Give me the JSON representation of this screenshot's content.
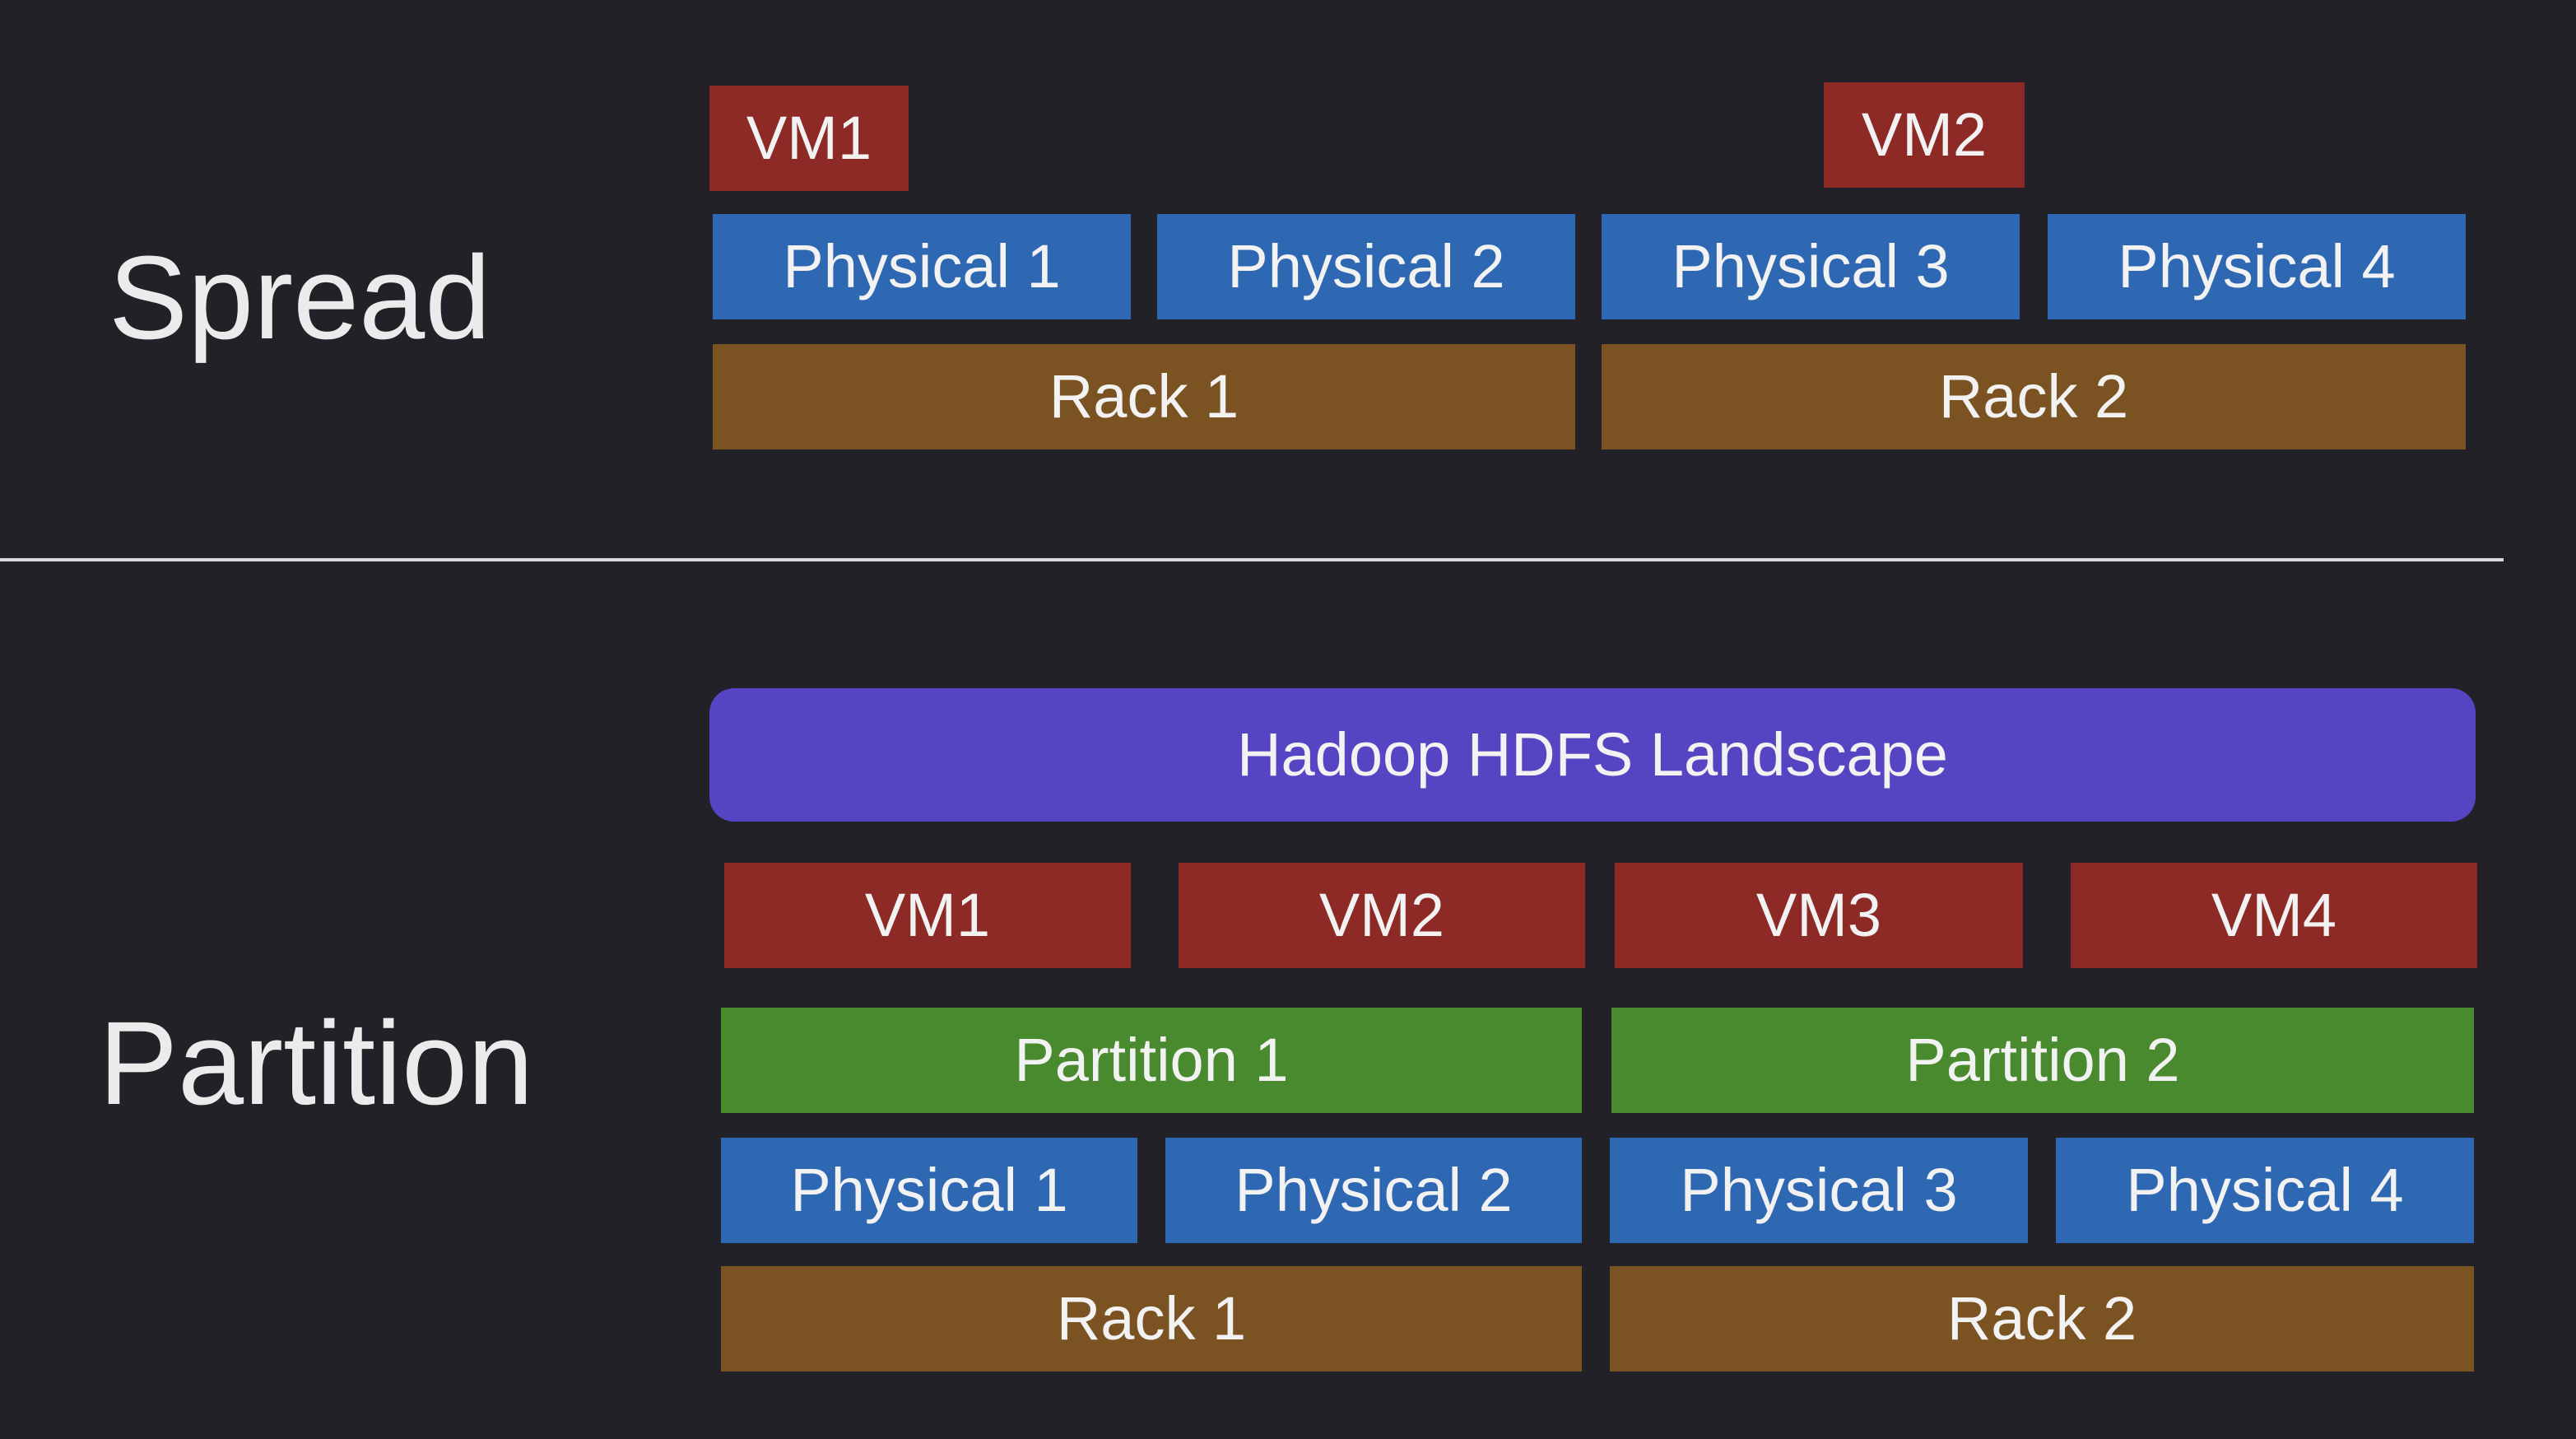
{
  "spread": {
    "title": "Spread",
    "vms": [
      "VM1",
      "VM2"
    ],
    "physicals": [
      "Physical 1",
      "Physical 2",
      "Physical 3",
      "Physical 4"
    ],
    "racks": [
      "Rack 1",
      "Rack 2"
    ]
  },
  "partition": {
    "title": "Partition",
    "landscape": "Hadoop HDFS Landscape",
    "vms": [
      "VM1",
      "VM2",
      "VM3",
      "VM4"
    ],
    "partitions": [
      "Partition 1",
      "Partition 2"
    ],
    "physicals": [
      "Physical 1",
      "Physical 2",
      "Physical 3",
      "Physical 4"
    ],
    "racks": [
      "Rack 1",
      "Rack 2"
    ]
  },
  "colors": {
    "background": "#222127",
    "vm": "#8d2a25",
    "physical": "#2e68b3",
    "rack": "#7b5322",
    "partition": "#4a8a2e",
    "landscape": "#5645c3",
    "text": "#f2f2f2",
    "divider": "#d9d8dc"
  }
}
